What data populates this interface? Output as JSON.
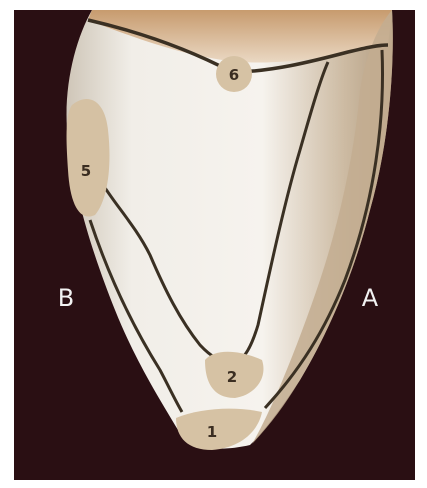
{
  "diagram": {
    "side_labels": {
      "left": "B",
      "right": "A"
    },
    "zones": [
      {
        "id": "zone-1",
        "label": "1"
      },
      {
        "id": "zone-2",
        "label": "2"
      },
      {
        "id": "zone-5",
        "label": "5"
      },
      {
        "id": "zone-6",
        "label": "6"
      }
    ],
    "colors": {
      "background": "#2a0f13",
      "tooth": "#f3f0ea",
      "shadow": "#cdbfae",
      "zone_fill": "#d6c2a4",
      "outline": "#3a3023"
    }
  }
}
